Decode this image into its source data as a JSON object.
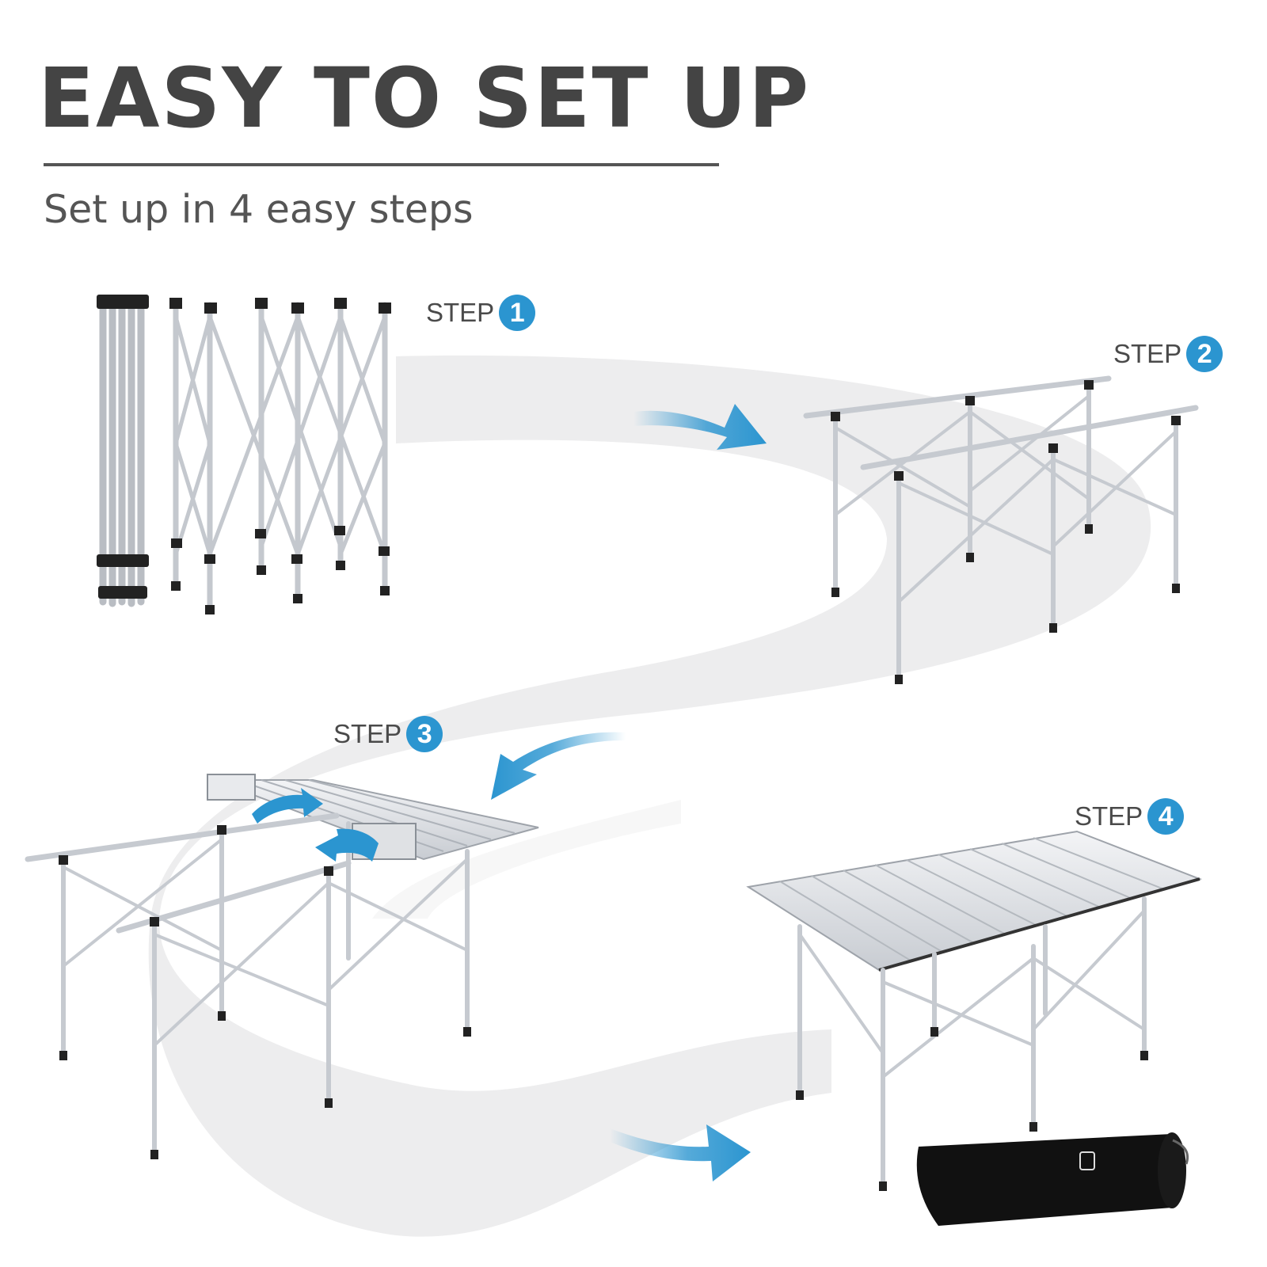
{
  "header": {
    "title": "EASY TO SET UP",
    "subtitle": "Set up in 4 easy steps"
  },
  "steps": [
    {
      "label": "STEP",
      "number": "1"
    },
    {
      "label": "STEP",
      "number": "2"
    },
    {
      "label": "STEP",
      "number": "3"
    },
    {
      "label": "STEP",
      "number": "4"
    }
  ],
  "colors": {
    "accent": "#2b95d0",
    "text": "#444444",
    "path": "#ececec",
    "frame": "#c9ccd1",
    "joint": "#222222"
  },
  "icons": [
    "arrow-right-icon",
    "arrow-left-icon",
    "rotate-arrow-icon",
    "carry-bag-icon"
  ]
}
